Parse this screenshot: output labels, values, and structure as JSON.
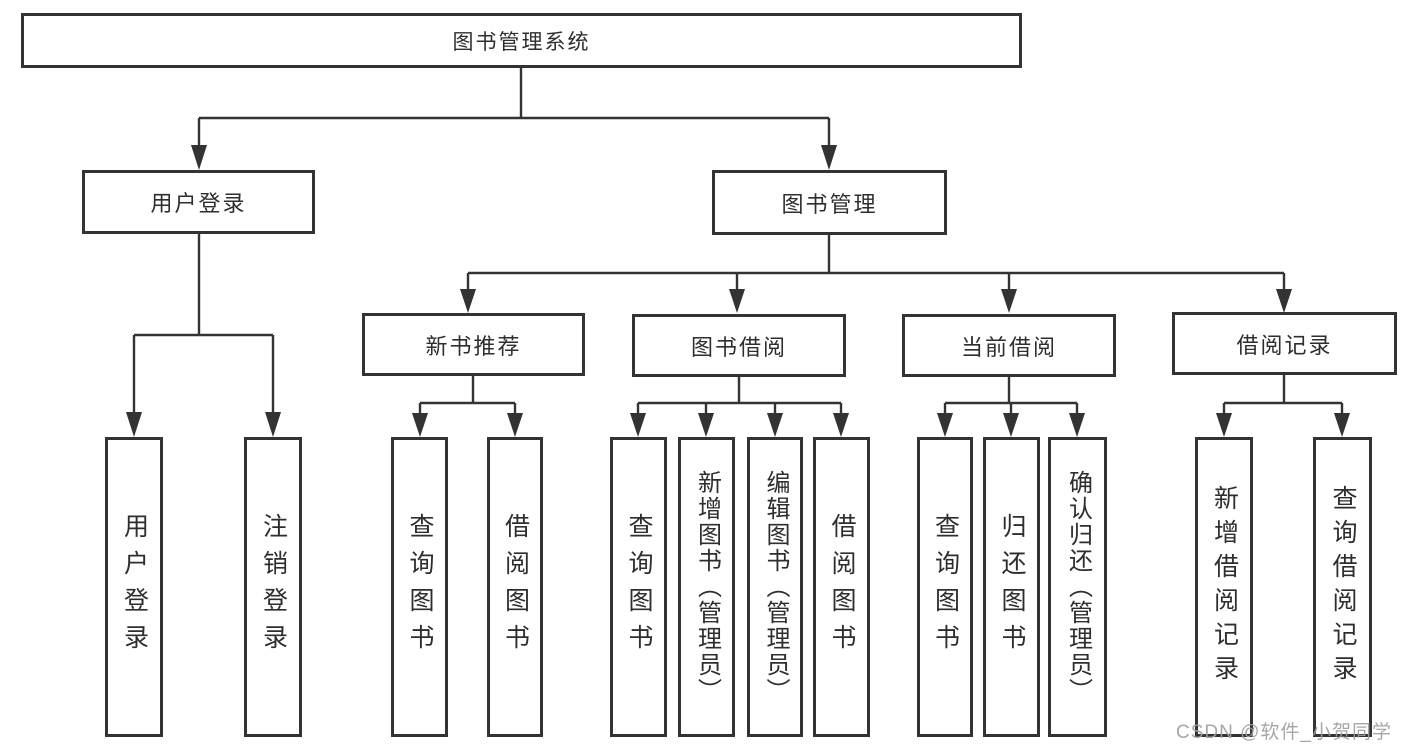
{
  "colors": {
    "line": "#333333",
    "box_border": "#333333",
    "text": "#2e2e2e",
    "background": "#ffffff",
    "watermark": "#9e9e9e"
  },
  "tree": {
    "root": {
      "label": "图书管理系统"
    },
    "branches": [
      {
        "label": "用户登录",
        "children": [
          {
            "label": "用户登录"
          },
          {
            "label": "注销登录"
          }
        ]
      },
      {
        "label": "图书管理",
        "children": [
          {
            "label": "新书推荐",
            "children": [
              {
                "label": "查询图书"
              },
              {
                "label": "借阅图书"
              }
            ]
          },
          {
            "label": "图书借阅",
            "children": [
              {
                "label": "查询图书"
              },
              {
                "label": "新增图书（管理员）"
              },
              {
                "label": "编辑图书（管理员）"
              },
              {
                "label": "借阅图书"
              }
            ]
          },
          {
            "label": "当前借阅",
            "children": [
              {
                "label": "查询图书"
              },
              {
                "label": "归还图书"
              },
              {
                "label": "确认归还（管理员）"
              }
            ]
          },
          {
            "label": "借阅记录",
            "children": [
              {
                "label": "新增借阅记录"
              },
              {
                "label": "查询借阅记录"
              }
            ]
          }
        ]
      }
    ]
  },
  "watermark": {
    "text": "CSDN @软件_小贺同学"
  }
}
